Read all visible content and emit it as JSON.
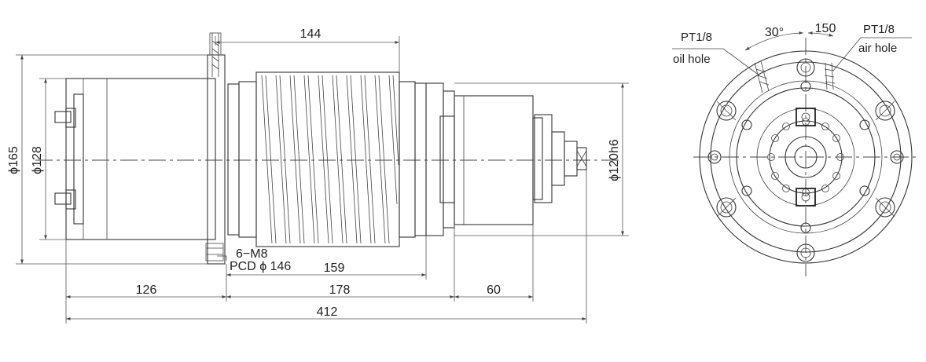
{
  "dimensions": {
    "d144": "144",
    "d159": "159",
    "d126": "126",
    "d178": "178",
    "d60": "60",
    "d412": "412",
    "dia165": "ϕ165",
    "dia128": "ϕ128",
    "dia120h6": "ϕ120h6",
    "angle30": "30°",
    "angle150": "150"
  },
  "callouts": {
    "bolts": "6−M8",
    "pcd": "PCD ϕ 146",
    "oil_thread": "PT1/8",
    "oil_label": "oil hole",
    "air_thread": "PT1/8",
    "air_label": "air hole"
  }
}
